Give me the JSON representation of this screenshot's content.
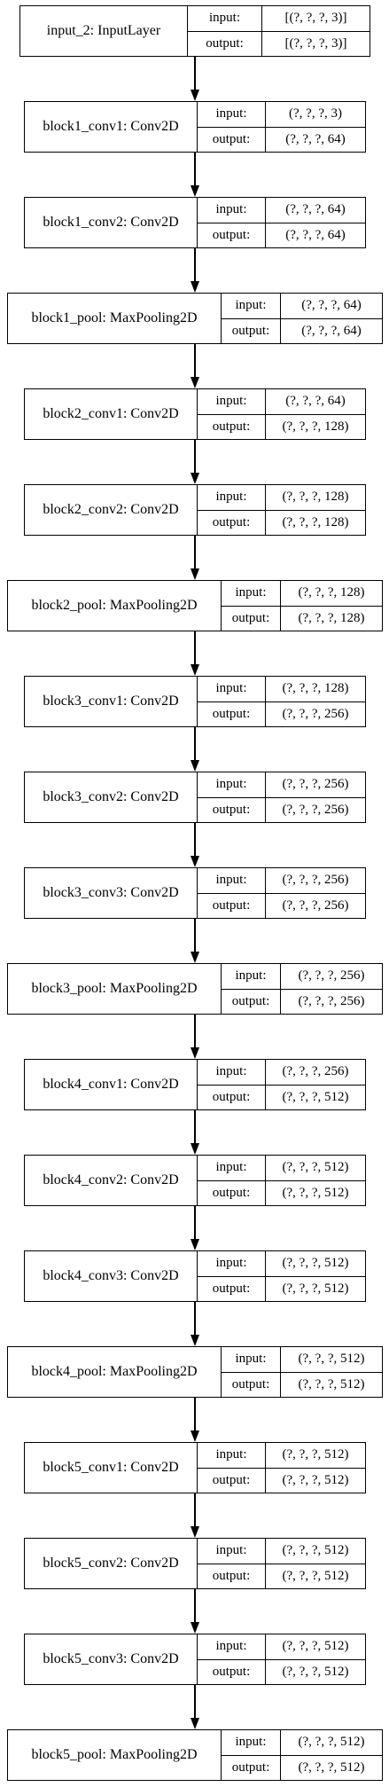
{
  "layers": [
    {
      "name": "input_2: InputLayer",
      "input_label": "input:",
      "output_label": "output:",
      "input": "[(?, ?, ?, 3)]",
      "output": "[(?, ?, ?, 3)]"
    },
    {
      "name": "block1_conv1: Conv2D",
      "input_label": "input:",
      "output_label": "output:",
      "input": "(?, ?, ?, 3)",
      "output": "(?, ?, ?, 64)"
    },
    {
      "name": "block1_conv2: Conv2D",
      "input_label": "input:",
      "output_label": "output:",
      "input": "(?, ?, ?, 64)",
      "output": "(?, ?, ?, 64)"
    },
    {
      "name": "block1_pool: MaxPooling2D",
      "input_label": "input:",
      "output_label": "output:",
      "input": "(?, ?, ?, 64)",
      "output": "(?, ?, ?, 64)"
    },
    {
      "name": "block2_conv1: Conv2D",
      "input_label": "input:",
      "output_label": "output:",
      "input": "(?, ?, ?, 64)",
      "output": "(?, ?, ?, 128)"
    },
    {
      "name": "block2_conv2: Conv2D",
      "input_label": "input:",
      "output_label": "output:",
      "input": "(?, ?, ?, 128)",
      "output": "(?, ?, ?, 128)"
    },
    {
      "name": "block2_pool: MaxPooling2D",
      "input_label": "input:",
      "output_label": "output:",
      "input": "(?, ?, ?, 128)",
      "output": "(?, ?, ?, 128)"
    },
    {
      "name": "block3_conv1: Conv2D",
      "input_label": "input:",
      "output_label": "output:",
      "input": "(?, ?, ?, 128)",
      "output": "(?, ?, ?, 256)"
    },
    {
      "name": "block3_conv2: Conv2D",
      "input_label": "input:",
      "output_label": "output:",
      "input": "(?, ?, ?, 256)",
      "output": "(?, ?, ?, 256)"
    },
    {
      "name": "block3_conv3: Conv2D",
      "input_label": "input:",
      "output_label": "output:",
      "input": "(?, ?, ?, 256)",
      "output": "(?, ?, ?, 256)"
    },
    {
      "name": "block3_pool: MaxPooling2D",
      "input_label": "input:",
      "output_label": "output:",
      "input": "(?, ?, ?, 256)",
      "output": "(?, ?, ?, 256)"
    },
    {
      "name": "block4_conv1: Conv2D",
      "input_label": "input:",
      "output_label": "output:",
      "input": "(?, ?, ?, 256)",
      "output": "(?, ?, ?, 512)"
    },
    {
      "name": "block4_conv2: Conv2D",
      "input_label": "input:",
      "output_label": "output:",
      "input": "(?, ?, ?, 512)",
      "output": "(?, ?, ?, 512)"
    },
    {
      "name": "block4_conv3: Conv2D",
      "input_label": "input:",
      "output_label": "output:",
      "input": "(?, ?, ?, 512)",
      "output": "(?, ?, ?, 512)"
    },
    {
      "name": "block4_pool: MaxPooling2D",
      "input_label": "input:",
      "output_label": "output:",
      "input": "(?, ?, ?, 512)",
      "output": "(?, ?, ?, 512)"
    },
    {
      "name": "block5_conv1: Conv2D",
      "input_label": "input:",
      "output_label": "output:",
      "input": "(?, ?, ?, 512)",
      "output": "(?, ?, ?, 512)"
    },
    {
      "name": "block5_conv2: Conv2D",
      "input_label": "input:",
      "output_label": "output:",
      "input": "(?, ?, ?, 512)",
      "output": "(?, ?, ?, 512)"
    },
    {
      "name": "block5_conv3: Conv2D",
      "input_label": "input:",
      "output_label": "output:",
      "input": "(?, ?, ?, 512)",
      "output": "(?, ?, ?, 512)"
    },
    {
      "name": "block5_pool: MaxPooling2D",
      "input_label": "input:",
      "output_label": "output:",
      "input": "(?, ?, ?, 512)",
      "output": "(?, ?, ?, 512)"
    }
  ]
}
